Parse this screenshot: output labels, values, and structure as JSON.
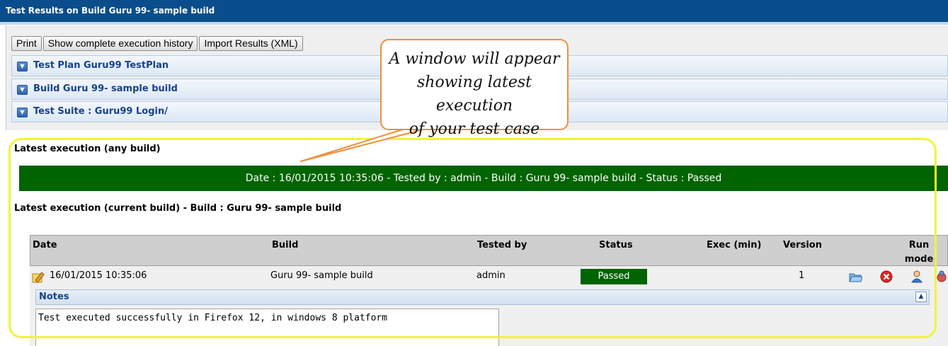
{
  "window": {
    "title": "Test Results on Build Guru 99- sample build"
  },
  "toolbar": {
    "print_label": "Print",
    "history_label": "Show complete execution history",
    "import_label": "Import Results (XML)"
  },
  "panels": {
    "test_plan": "Test Plan Guru99 TestPlan",
    "build": "Build Guru 99- sample build",
    "test_suite": "Test Suite : Guru99 Login/"
  },
  "callout": {
    "lines": [
      "A window will appear",
      "showing latest execution",
      "of your test case"
    ]
  },
  "latest_any": {
    "title": "Latest execution (any build)",
    "summary": "Date : 16/01/2015 10:35:06 - Tested by : admin - Build : Guru 99- sample build - Status : Passed"
  },
  "latest_current": {
    "title": "Latest execution (current build) - Build : Guru 99- sample build"
  },
  "table": {
    "headers": {
      "date": "Date",
      "build": "Build",
      "tested_by": "Tested by",
      "status": "Status",
      "exec": "Exec (min)",
      "version": "Version",
      "run_mode": "Run mode"
    },
    "row": {
      "date": "16/01/2015 10:35:06",
      "build": "Guru 99- sample build",
      "tested_by": "admin",
      "status": "Passed",
      "exec": "",
      "version": "1"
    }
  },
  "notes": {
    "label": "Notes",
    "text": "Test executed successfully in Firefox 12, in windows 8 platform"
  },
  "colors": {
    "title_bar": "#0a4d8c",
    "passed": "#006400",
    "highlight": "#f3f33a",
    "callout_border": "#ef8f3c"
  },
  "icons": [
    "edit-note-icon",
    "folder-icon",
    "delete-icon",
    "user-icon",
    "bug-icon",
    "tool-down-icon",
    "collapse-up-icon"
  ]
}
